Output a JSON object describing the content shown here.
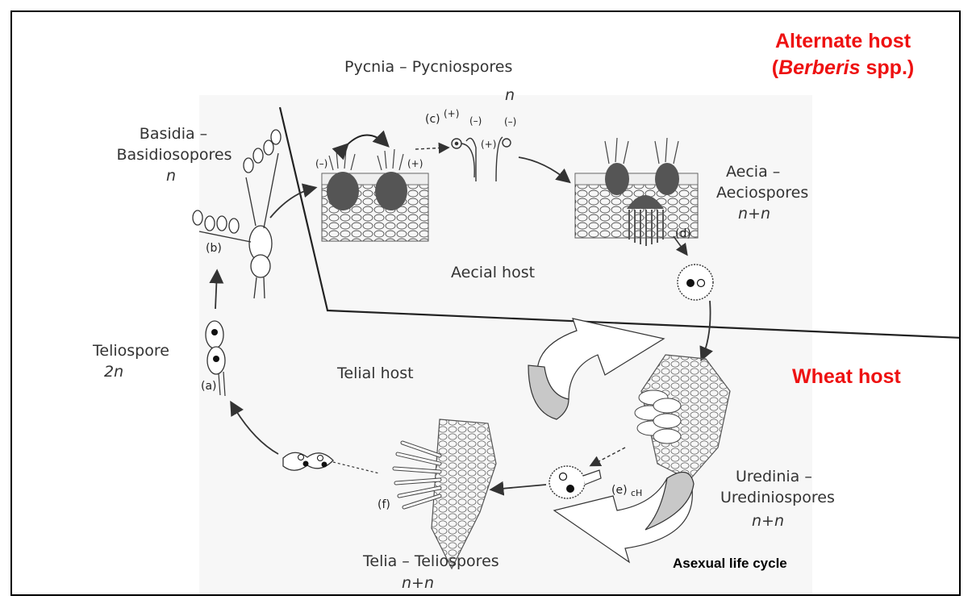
{
  "labels": {
    "pycnia": "Pycnia – Pycniospores",
    "pycnia_ploidy": "n",
    "basidia_line1": "Basidia –",
    "basidia_line2": "Basidiosopores",
    "basidia_ploidy": "n",
    "aecia_line1": "Aecia –",
    "aecia_line2": "Aeciospores",
    "aecia_ploidy": "n+n",
    "aecial_host": "Aecial host",
    "teliospore": "Teliospore",
    "teliospore_ploidy": "2n",
    "telial_host": "Telial host",
    "uredinia_line1": "Uredinia –",
    "uredinia_line2": "Urediniospores",
    "uredinia_ploidy": "n+n",
    "telia": "Telia – Teliospores",
    "telia_ploidy": "n+n"
  },
  "stage_letters": {
    "a": "(a)",
    "b": "(b)",
    "c": "(c)",
    "d": "(d)",
    "e": "(e)",
    "f": "(f)"
  },
  "mating_signs": {
    "minus": "(–)",
    "plus": "(+)"
  },
  "small_marks": {
    "ch": "cH"
  },
  "annotations": {
    "alternate_host_line1": "Alternate host",
    "alternate_host_line2_open": "(",
    "alternate_host_genus": "Berberis",
    "alternate_host_line2_close": " spp.)",
    "wheat_host": "Wheat host",
    "asexual_cycle": "Asexual life cycle"
  },
  "colors": {
    "annotation_red": "#ee1111",
    "arrow_fill_gray": "#c8c8c8"
  }
}
